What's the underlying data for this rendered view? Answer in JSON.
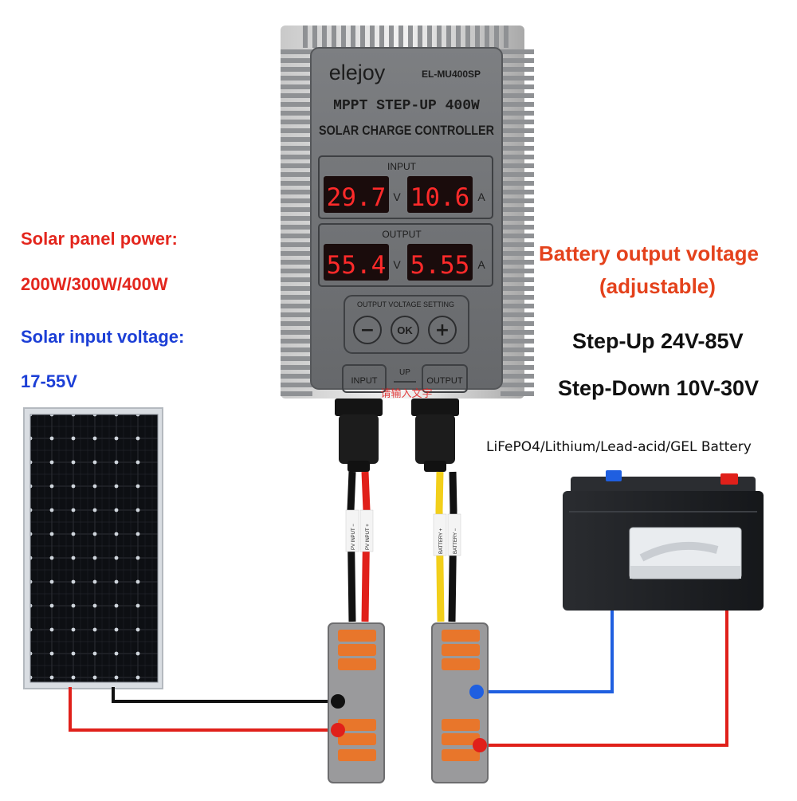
{
  "colors": {
    "red_text": "#e3261d",
    "blue_text": "#1c3fd6",
    "orange_text": "#e4421c",
    "led_red": "#ff2a2a",
    "wire_red": "#e0201a",
    "wire_blue": "#1f5fe0",
    "wire_black": "#111111",
    "wire_yellow": "#f2cf1a"
  },
  "left_labels": {
    "panel_power_title": "Solar panel power:",
    "panel_power_value": "200W/300W/400W",
    "input_voltage_title": "Solar input voltage:",
    "input_voltage_value": "17-55V"
  },
  "right_labels": {
    "battery_output_line1": "Battery output voltage",
    "battery_output_line2": "(adjustable)",
    "step_up": "Step-Up 24V-85V",
    "step_down": "Step-Down 10V-30V",
    "battery_types": "LiFePO4/Lithium/Lead-acid/GEL Battery"
  },
  "controller": {
    "brand": "elejoy",
    "model": "EL-MU400SP",
    "title_line1": "MPPT STEP-UP 400W",
    "title_line2": "SOLAR CHARGE CONTROLLER",
    "input_label": "INPUT",
    "input_voltage": "29.7",
    "input_current": "10.6",
    "output_label": "OUTPUT",
    "output_voltage": "55.4",
    "output_current": "5.55",
    "unit_v": "V",
    "unit_a": "A",
    "setting_label": "OUTPUT VOLTAGE SETTING",
    "minus": "−",
    "ok": "OK",
    "plus": "+",
    "port_input": "INPUT",
    "port_up": "UP",
    "port_output": "OUTPUT",
    "watermark": "请输入文字"
  },
  "cables": {
    "pv_minus": "PV INPUT −",
    "pv_plus": "PV INPUT +",
    "battery_plus": "BATTERY +",
    "battery_minus": "BATTERY −"
  },
  "icons": [
    "solar-panel-icon",
    "battery-icon",
    "wire-connector-icon"
  ]
}
